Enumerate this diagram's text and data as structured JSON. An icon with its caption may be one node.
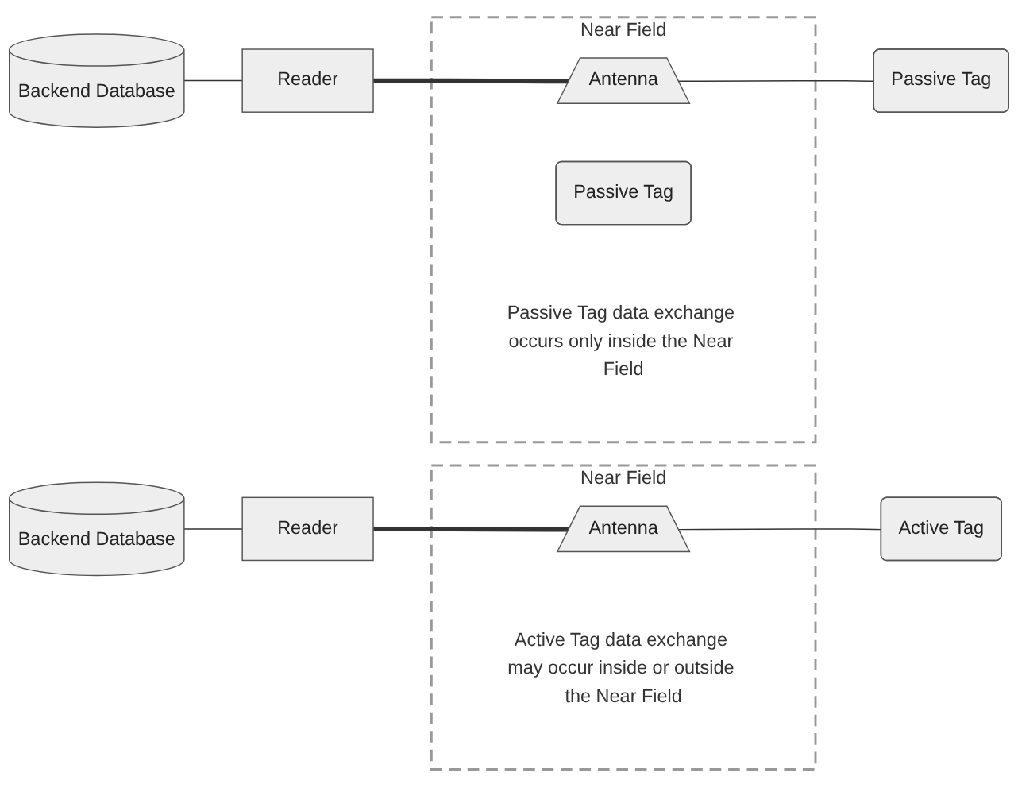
{
  "diagram": {
    "nodes": [
      {
        "text": [
          "Backend Database"
        ]
      },
      {
        "text": [
          "Reader"
        ]
      },
      {
        "text": [
          "Near Field"
        ],
        "beside": [
          "Passive Tag data exchange occurs only inside the Near Field"
        ]
      },
      {
        "text": [
          "Antenna"
        ],
        "in": 2
      },
      {
        "text": [
          "Passive Tag"
        ],
        "in": 2
      },
      {
        "text": [
          "Passive Tag"
        ]
      },
      {
        "text": [
          "Backend Database"
        ]
      },
      {
        "text": [
          "Reader"
        ]
      },
      {
        "text": [
          "Near Field"
        ],
        "beside": [
          "Active Tag data exchange may occur inside or outside the Near Field"
        ]
      },
      {
        "text": [
          "Antenna"
        ],
        "in": 8
      },
      {
        "text": [
          "Active Tag"
        ]
      }
    ],
    "edges": [
      {
        "from": 0,
        "to": 1,
        "arrow": "none"
      },
      {
        "from": 1,
        "to": 3,
        "arrow": "none",
        "style": "thick"
      },
      {
        "from": 3,
        "to": 5,
        "arrow": "none"
      },
      {
        "from": 6,
        "to": 7,
        "arrow": "none"
      },
      {
        "from": 7,
        "to": 9,
        "arrow": "none",
        "style": "thick"
      },
      {
        "from": 9,
        "to": 10,
        "arrow": "none"
      }
    ]
  }
}
